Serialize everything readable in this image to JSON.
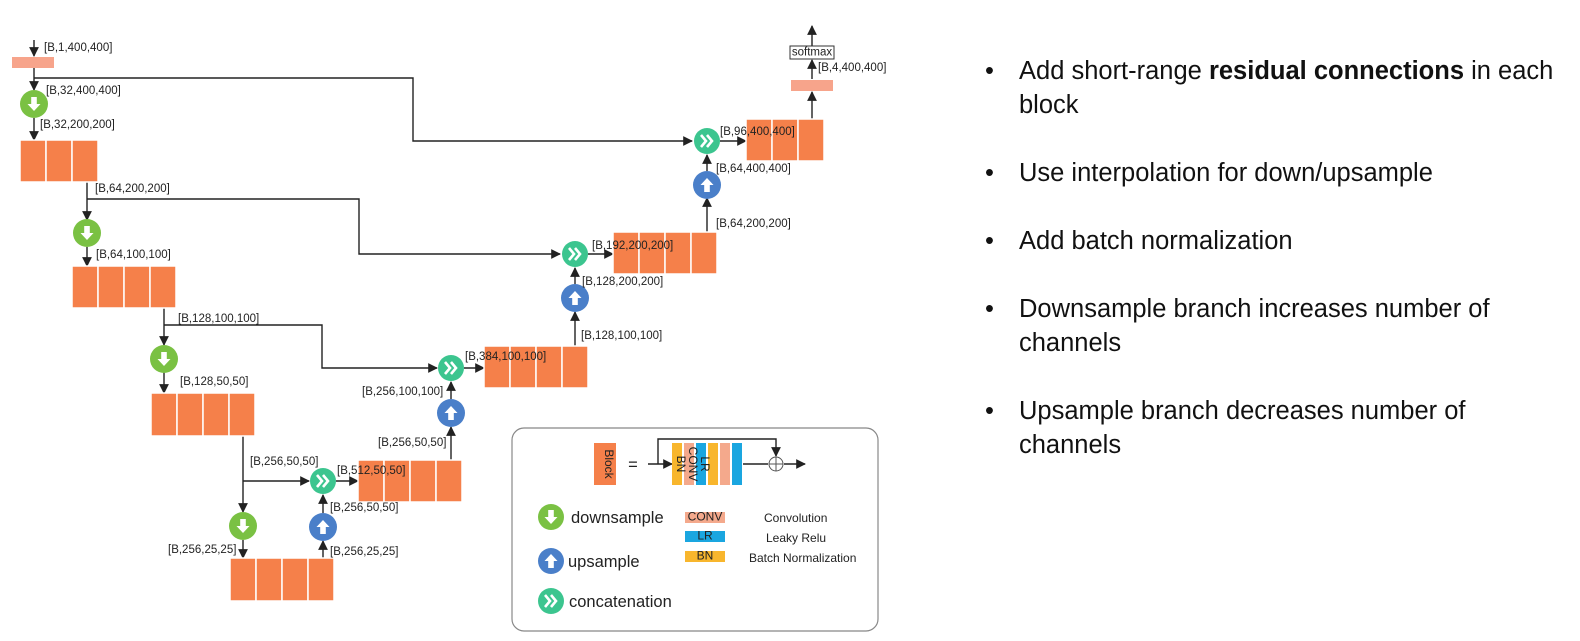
{
  "labels": {
    "input": "[B,1,400,400]",
    "d1_out": "[B,32,400,400]",
    "b1_in": "[B,32,200,200]",
    "b1_out": "[B,64,200,200]",
    "b2_in": "[B,64,100,100]",
    "b2_out": "[B,128,100,100]",
    "b3_in": "[B,128,50,50]",
    "b3_out": "[B,256,50,50]",
    "b4_in": "[B,256,25,25]",
    "u1_out": "[B,256,25,25]",
    "u1_up": "[B,256,50,50]",
    "c1": "[B,512,50,50]",
    "u2_in": "[B,256,50,50]",
    "u2_out": "[B,256,100,100]",
    "c2": "[B,384,100,100]",
    "u3_in": "[B,128,100,100]",
    "u3_out": "[B,128,200,200]",
    "c3": "[B,192,200,200]",
    "u4_in": "[B,64,200,200]",
    "u4_out": "[B,64,400,400]",
    "c4": "[B,96,400,400]",
    "output": "[B,4,400,400]",
    "softmax": "softmax"
  },
  "legend": {
    "block": "Block",
    "equals": "=",
    "layers": [
      "BN",
      "CONV",
      "LR"
    ],
    "downsample": "downsample",
    "upsample": "upsample",
    "concatenation": "concatenation",
    "key": [
      {
        "tag": "CONV",
        "name": "Convolution",
        "color": "#f4a98c"
      },
      {
        "tag": "LR",
        "name": "Leaky Relu",
        "color": "#1aa6e0"
      },
      {
        "tag": "BN",
        "name": "Batch Normalization",
        "color": "#f8b62d"
      }
    ]
  },
  "colors": {
    "block": "#f5804a",
    "downsample": "#7ac143",
    "upsample": "#4a7fc9",
    "concatenation": "#3cc58f"
  },
  "bullets": [
    {
      "pre": "Add short-range ",
      "bold": "residual connections",
      "post": " in each block"
    },
    {
      "pre": "Use interpolation for down/upsample",
      "bold": "",
      "post": ""
    },
    {
      "pre": "Add batch normalization",
      "bold": "",
      "post": ""
    },
    {
      "pre": "Downsample branch increases number of channels",
      "bold": "",
      "post": ""
    },
    {
      "pre": "Upsample branch decreases number of channels",
      "bold": "",
      "post": ""
    }
  ]
}
